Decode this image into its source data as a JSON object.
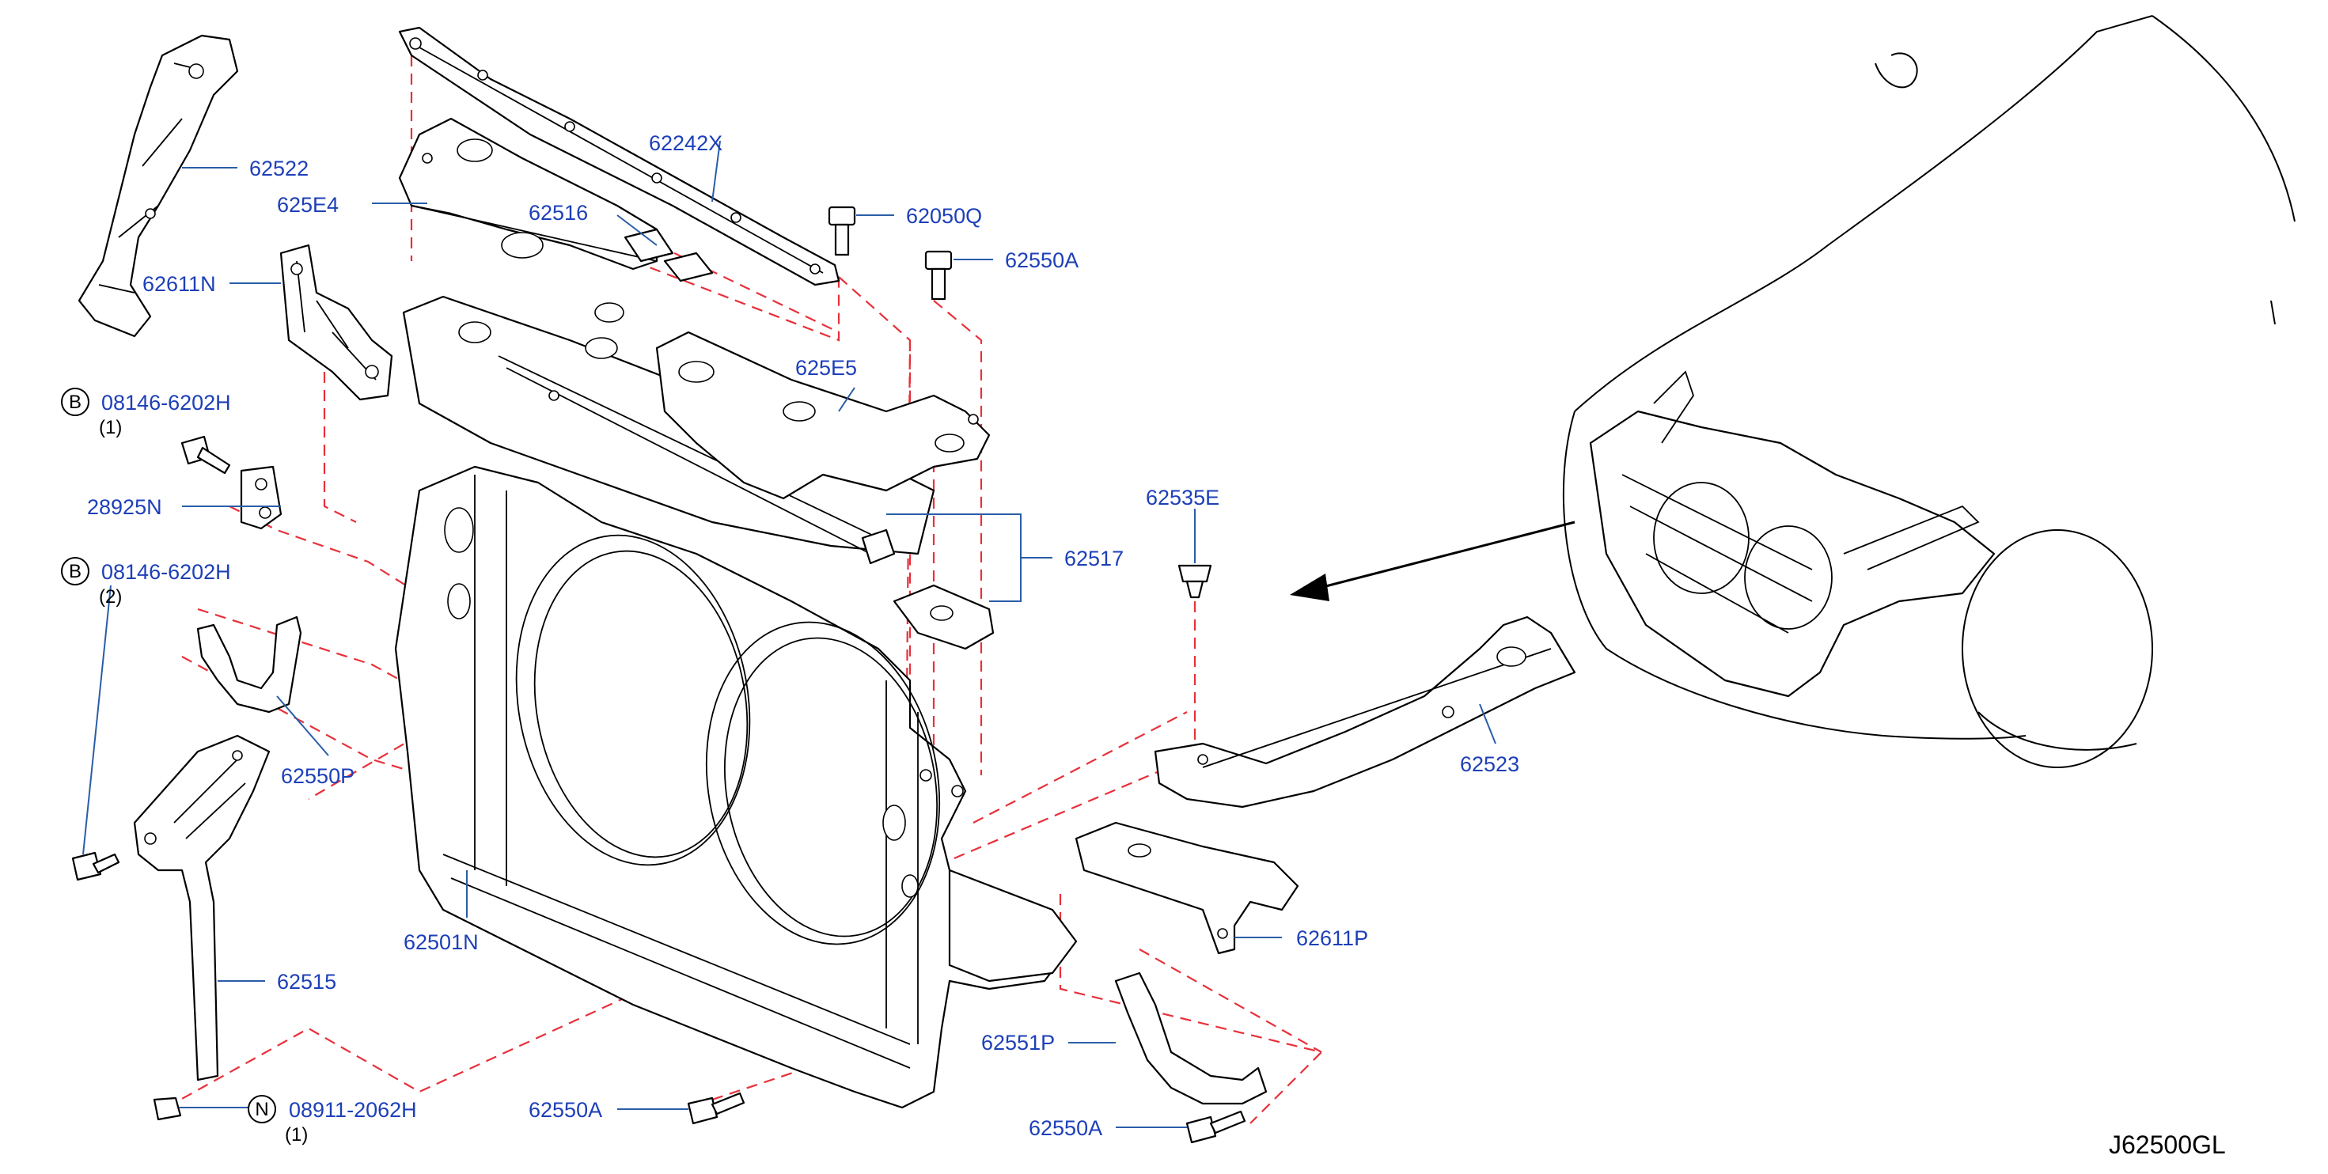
{
  "diagram_code": "J62500GL",
  "labels": {
    "p62522": "62522",
    "p625E4": "625E4",
    "p62611N": "62611N",
    "p62242X": "62242X",
    "p62516": "62516",
    "p62050Q": "62050Q",
    "p62550A_top": "62550A",
    "p625E5": "625E5",
    "p08146_1": "08146-6202H",
    "p28925N": "28925N",
    "p08146_2": "08146-6202H",
    "p62517": "62517",
    "p62535E": "62535E",
    "p62550P": "62550P",
    "p62523": "62523",
    "p62501N": "62501N",
    "p62611P": "62611P",
    "p62515": "62515",
    "p62551P": "62551P",
    "p08911": "08911-2062H",
    "p62550A_mid": "62550A",
    "p62550A_bot": "62550A"
  },
  "quantities": {
    "q08146_1": "(1)",
    "q08146_2": "(2)",
    "q08911": "(1)"
  },
  "symbols": {
    "bolt_b1": "B",
    "bolt_b2": "B",
    "nut_n": "N"
  },
  "colors": {
    "label": "#1d3fb8",
    "leader": "#2a5da8",
    "dashed_guide": "#e8303a",
    "line": "#000000"
  }
}
